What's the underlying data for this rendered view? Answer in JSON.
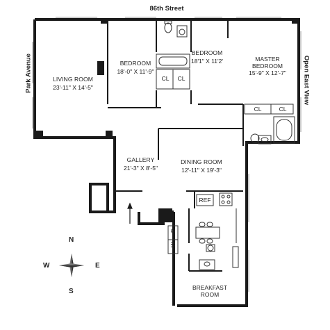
{
  "streets": {
    "north": "86th Street",
    "west": "Park Avenue",
    "east": "Open East View"
  },
  "rooms": {
    "living_room": {
      "name": "LIVING ROOM",
      "dims": "23'-11\" X 14'-5\""
    },
    "bedroom_1": {
      "name": "BEDROOM",
      "dims": "18'-0\" X 11'-9\""
    },
    "bedroom_2": {
      "name": "BEDROOM",
      "dims": "18'1\" X 11'2'"
    },
    "master_bedroom": {
      "name_line1": "MASTER",
      "name_line2": "BEDROOM",
      "dims": "15'-9\" X 12'-7\""
    },
    "gallery": {
      "name": "GALLERY",
      "dims": "21'-3\" X 8'-5\""
    },
    "dining_room": {
      "name": "DINING ROOM",
      "dims": "12'-11\" X 19'-3\""
    },
    "breakfast_room": {
      "name_line1": "BREAKFAST",
      "name_line2": "ROOM"
    }
  },
  "fixtures": {
    "closet": "CL",
    "refrigerator": "REF",
    "washer": "W",
    "dryer": "D"
  },
  "compass": {
    "north": "N",
    "south": "S",
    "east": "E",
    "west": "W"
  }
}
